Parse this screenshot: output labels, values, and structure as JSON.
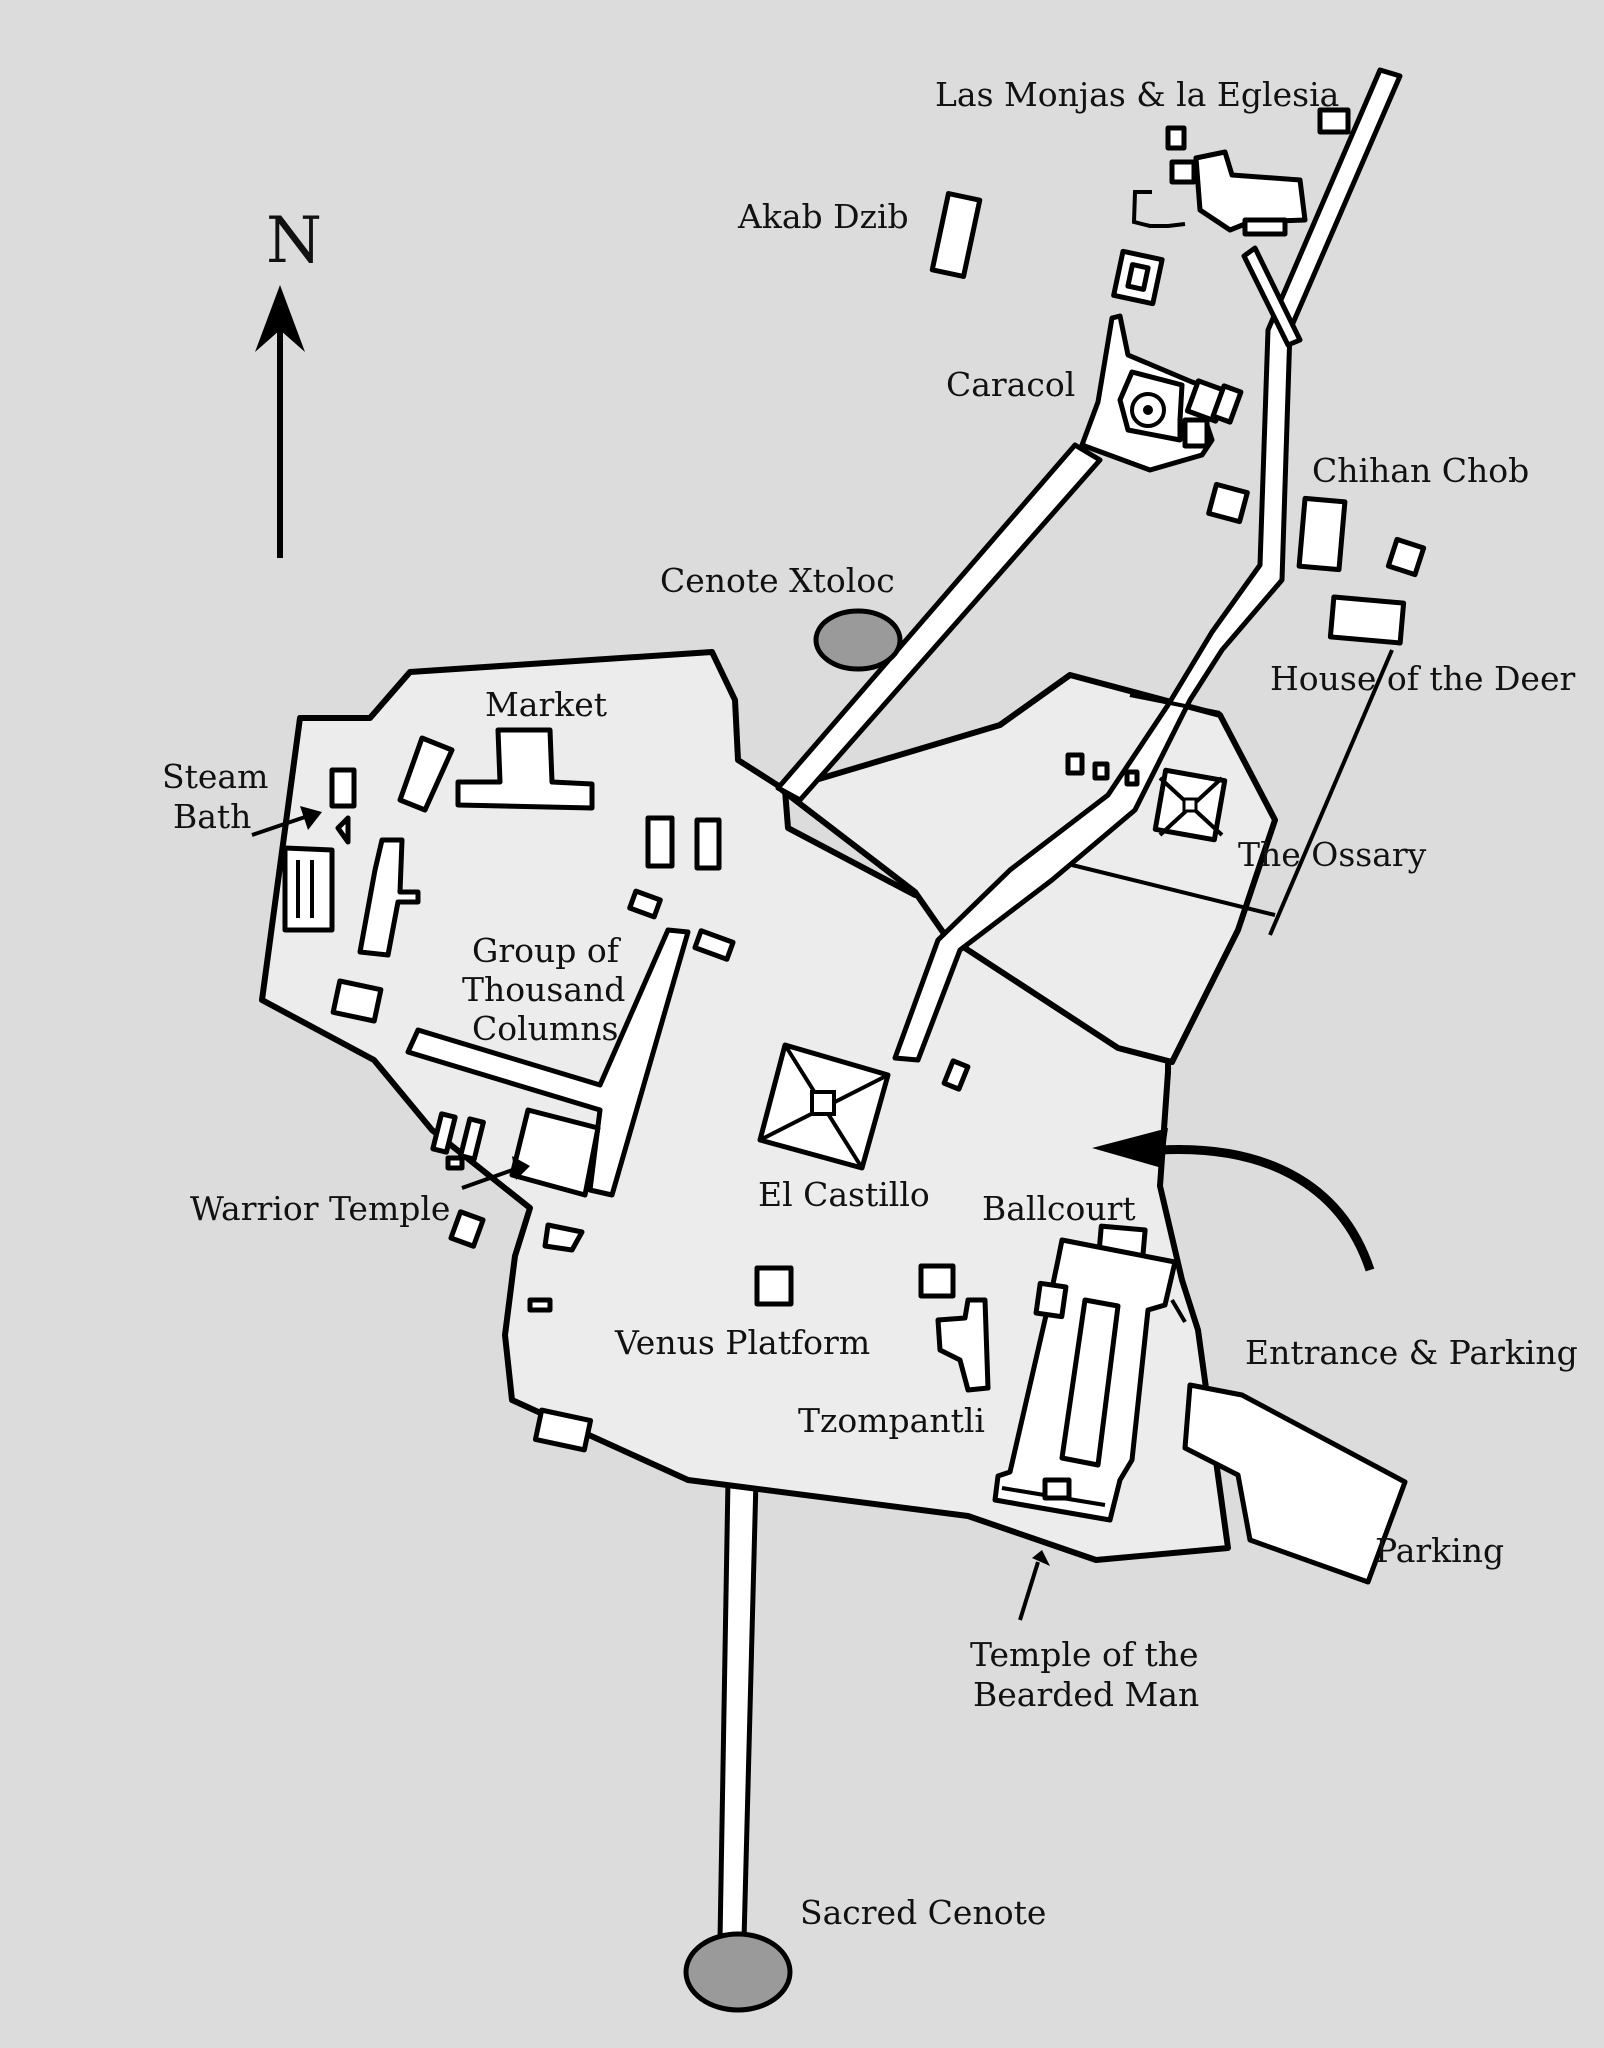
{
  "map": {
    "compass": {
      "label": "N"
    },
    "labels": {
      "las_monjas": "Las Monjas & la Eglesia",
      "akab_dzib": "Akab Dzib",
      "caracol": "Caracol",
      "chihan_chob": "Chihan Chob",
      "cenote_xtoloc": "Cenote Xtoloc",
      "house_deer": "House of the Deer",
      "market": "Market",
      "steam_bath_1": "Steam",
      "steam_bath_2": "Bath",
      "ossary": "The Ossary",
      "thousand_1": "Group of",
      "thousand_2": "Thousand",
      "thousand_3": "Columns",
      "warrior_temple": "Warrior Temple",
      "el_castillo": "El Castillo",
      "ballcourt": "Ballcourt",
      "venus_platform": "Venus Platform",
      "entrance_parking": "Entrance & Parking",
      "tzompantli": "Tzompantli",
      "parking": "Parking",
      "bearded_1": "Temple of the",
      "bearded_2": "Bearded Man",
      "sacred_cenote": "Sacred Cenote"
    }
  }
}
